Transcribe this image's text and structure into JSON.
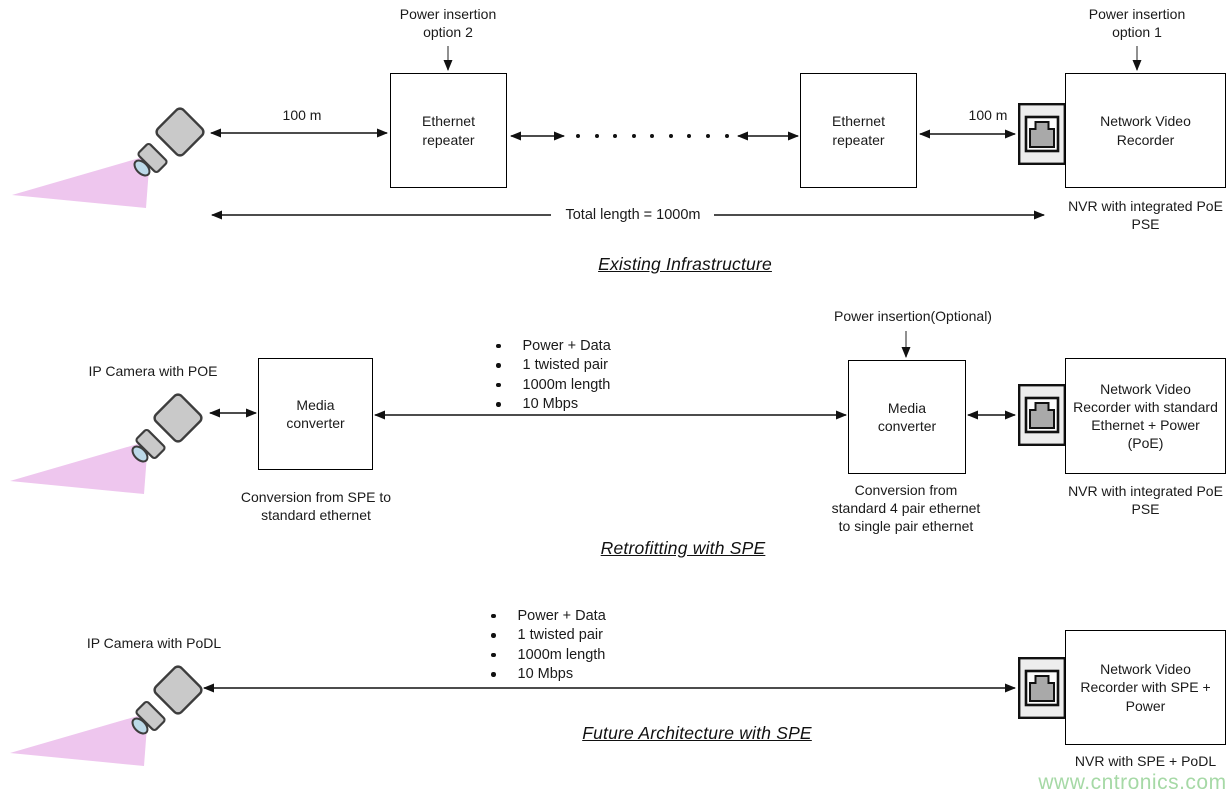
{
  "section1": {
    "title": "Existing Infrastructure",
    "power_option2": "Power insertion option 2",
    "power_option1": "Power insertion option 1",
    "distance_camera": "100 m",
    "distance_nvr": "100 m",
    "repeater1": "Ethernet repeater",
    "repeater2": "Ethernet repeater",
    "nvr": "Network Video Recorder",
    "nvr_caption": "NVR with integrated PoE PSE",
    "total_length": "Total length = 1000m"
  },
  "section2": {
    "title": "Retrofitting with SPE",
    "camera_label": "IP Camera with POE",
    "media1": "Media converter",
    "media1_caption": "Conversion from SPE to standard ethernet",
    "power_optional": "Power insertion(Optional)",
    "media2": "Media converter",
    "media2_caption": "Conversion from standard 4 pair ethernet to single pair ethernet",
    "nvr": "Network Video Recorder with standard Ethernet + Power (PoE)",
    "nvr_caption": "NVR with integrated PoE PSE",
    "bullets": [
      "Power + Data",
      "1 twisted pair",
      "1000m length",
      "10 Mbps"
    ]
  },
  "section3": {
    "title": "Future Architecture with SPE",
    "camera_label": "IP Camera with PoDL",
    "nvr": "Network Video Recorder with SPE + Power",
    "nvr_caption": "NVR with SPE + PoDL",
    "bullets": [
      "Power + Data",
      "1 twisted pair",
      "1000m length",
      "10 Mbps"
    ]
  },
  "watermark": "www.cntronics.com",
  "colors": {
    "line": "#111111",
    "camera_body": "#c9c9c9",
    "light_cone": "#eec6ee",
    "lens": "#bcd9e8",
    "rj45_bg": "#ededed",
    "rj45_jack": "#a9a9a9",
    "watermark": "#a6d9a6"
  }
}
